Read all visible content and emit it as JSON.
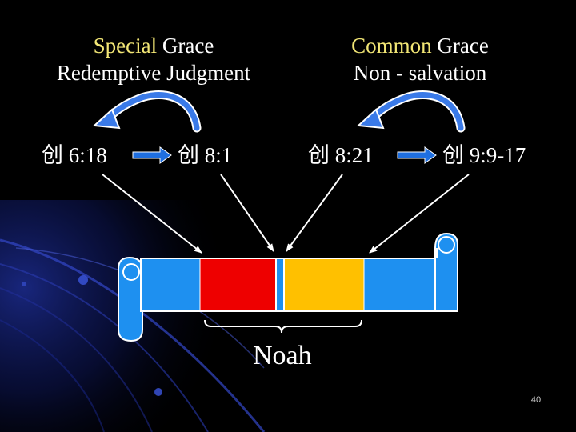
{
  "left_heading": {
    "line1_emphasis": "Special",
    "line1_rest": "Grace",
    "line2": "Redemptive Judgment"
  },
  "right_heading": {
    "line1_emphasis": "Common",
    "line1_rest": "Grace",
    "line2": "Non - salvation"
  },
  "references": {
    "gen_6_18": "创 6:18",
    "gen_8_1": "创 8:1",
    "gen_8_21": "创 8:21",
    "gen_9_9_17": "创 9:9-17"
  },
  "scroll_label": "Noah",
  "page_number": "40",
  "colors": {
    "background": "#000000",
    "heading_emphasis": "#f2e675",
    "scroll_blue": "#1e90f0",
    "segment_red": "#ee0000",
    "segment_gold": "#ffc000",
    "arrow_blue": "#1f6fe0",
    "curved_arrow_blue": "#3a7ae8"
  }
}
